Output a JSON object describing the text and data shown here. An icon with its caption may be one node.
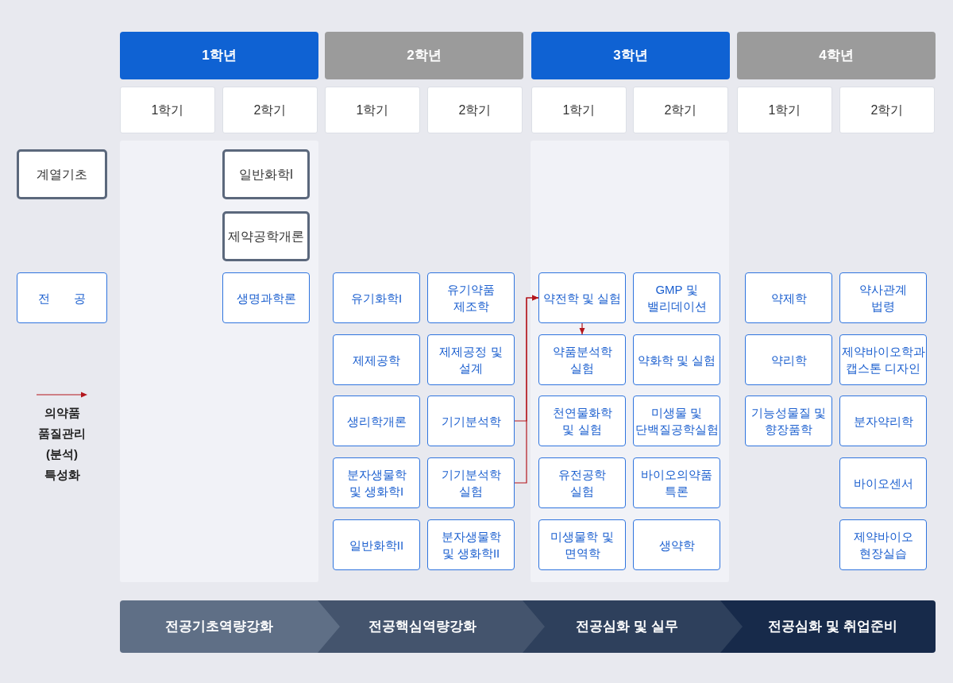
{
  "diagram": {
    "nodes": [
      {
        "text": [
          "1학년"
        ]
      },
      {
        "text": [
          "2학년"
        ]
      },
      {
        "text": [
          "3학년"
        ]
      },
      {
        "text": [
          "4학년"
        ]
      },
      {
        "text": [
          "1학기"
        ]
      },
      {
        "text": [
          "2학기"
        ]
      },
      {
        "text": [
          "1학기"
        ]
      },
      {
        "text": [
          "2학기"
        ]
      },
      {
        "text": [
          "1학기"
        ]
      },
      {
        "text": [
          "2학기"
        ]
      },
      {
        "text": [
          "1학기"
        ]
      },
      {
        "text": [
          "2학기"
        ]
      },
      {
        "text": [
          "계열기초"
        ]
      },
      {
        "text": [
          "일반화학I"
        ]
      },
      {
        "text": [
          "제약공학개론"
        ]
      },
      {
        "text": [
          "전 공"
        ]
      },
      {
        "text": [
          "생명과학론"
        ]
      },
      {
        "text": [
          "유기화학I"
        ]
      },
      {
        "text": [
          "유기약품 제조학"
        ]
      },
      {
        "text": [
          "약전학 및 실험"
        ]
      },
      {
        "text": [
          "GMP 및 밸리데이션"
        ]
      },
      {
        "text": [
          "약제학"
        ]
      },
      {
        "text": [
          "약사관계 법령"
        ]
      },
      {
        "text": [
          "제제공학"
        ]
      },
      {
        "text": [
          "제제공정 및 설계"
        ]
      },
      {
        "text": [
          "약품분석학 실험"
        ]
      },
      {
        "text": [
          "약화학 및 실험"
        ]
      },
      {
        "text": [
          "약리학"
        ]
      },
      {
        "text": [
          "제약바이오학과 캡스톤 디자인"
        ]
      },
      {
        "text": [
          "생리학개론"
        ]
      },
      {
        "text": [
          "기기분석학"
        ]
      },
      {
        "text": [
          "천연물화학 및 실험"
        ]
      },
      {
        "text": [
          "미생물 및 단백질공학실험"
        ]
      },
      {
        "text": [
          "기능성물질 및 향장품학"
        ]
      },
      {
        "text": [
          "분자약리학"
        ]
      },
      {
        "text": [
          "분자생물학 및 생화학I"
        ]
      },
      {
        "text": [
          "기기분석학 실험"
        ]
      },
      {
        "text": [
          "유전공학 실험"
        ]
      },
      {
        "text": [
          "바이오의약품 특론"
        ]
      },
      {
        "text": [
          "바이오센서"
        ]
      },
      {
        "text": [
          "일반화학II"
        ]
      },
      {
        "text": [
          "분자생물학 및 생화학II"
        ]
      },
      {
        "text": [
          "미생물학 및 면역학"
        ]
      },
      {
        "text": [
          "생약학"
        ]
      },
      {
        "text": [
          "제약바이오 현장실습"
        ]
      },
      {
        "text": [
          "전공기초역량강화"
        ]
      },
      {
        "text": [
          "전공핵심역량강화"
        ]
      },
      {
        "text": [
          "전공심화 및 실무"
        ]
      },
      {
        "text": [
          "전공심화 및 취업준비"
        ]
      }
    ],
    "edges": [
      {
        "from": 30,
        "to": 19,
        "arrow": "to"
      },
      {
        "from": 36,
        "to": 19,
        "arrow": "to"
      },
      {
        "from": 19,
        "to": 25,
        "arrow": "to"
      }
    ],
    "legend": [
      {
        "text": "의약품 품질관리 (분석) 특성화"
      }
    ]
  }
}
